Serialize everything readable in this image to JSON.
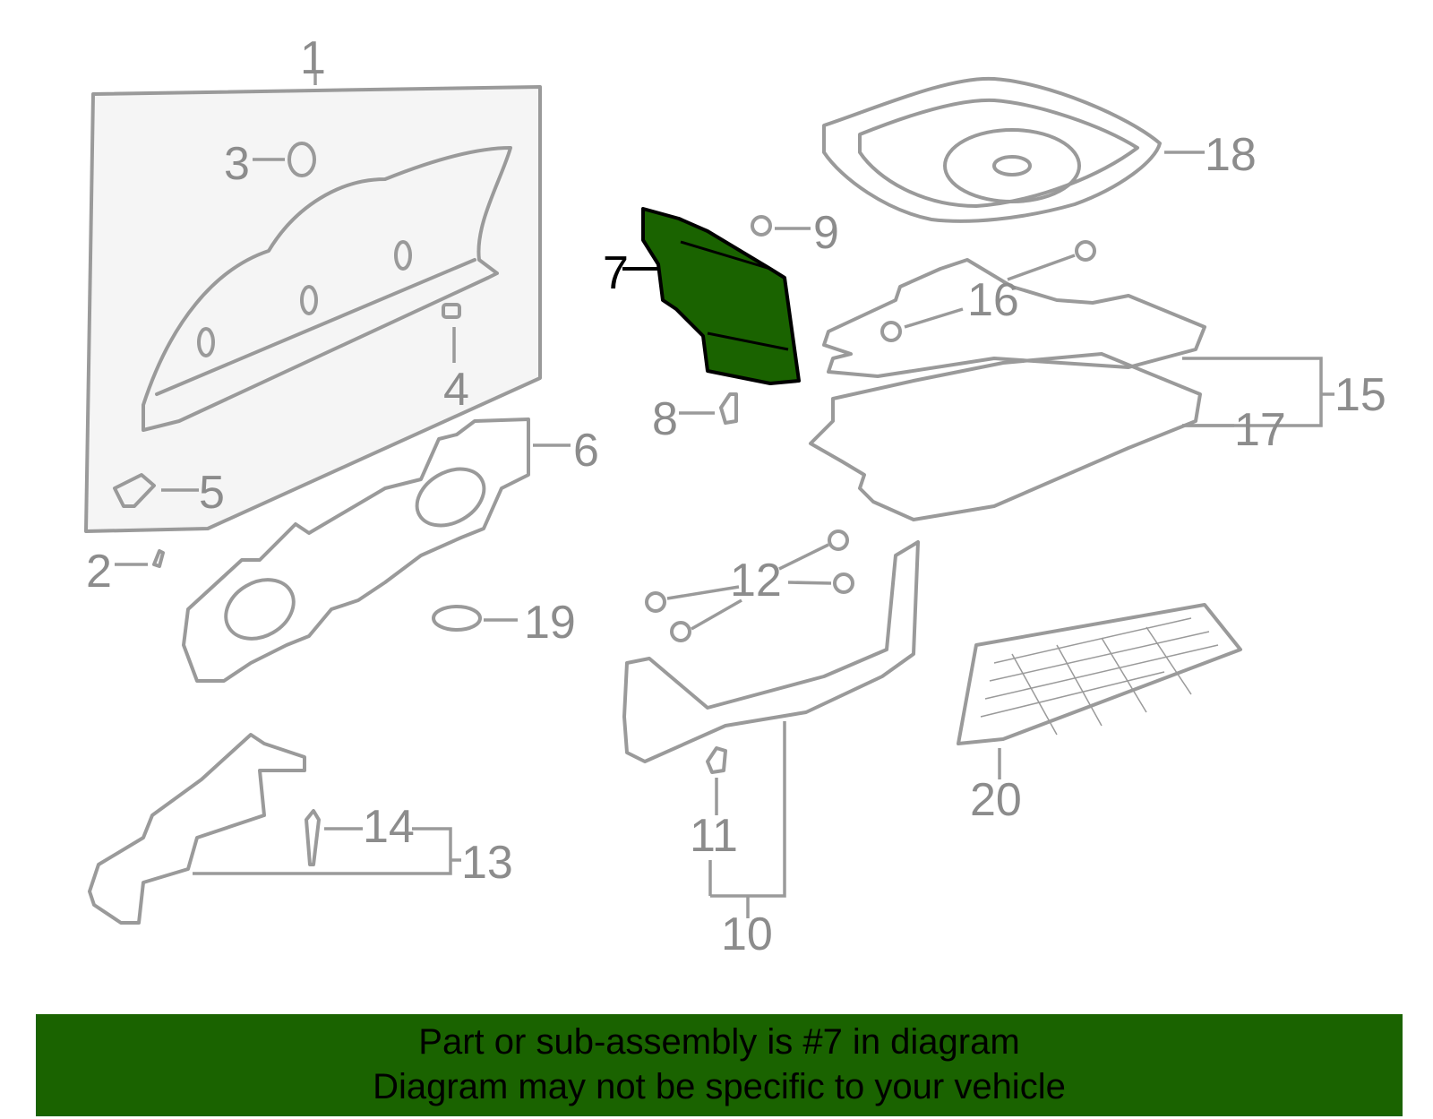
{
  "callouts": [
    {
      "id": "1",
      "label": "1"
    },
    {
      "id": "2",
      "label": "2"
    },
    {
      "id": "3",
      "label": "3"
    },
    {
      "id": "4",
      "label": "4"
    },
    {
      "id": "5",
      "label": "5"
    },
    {
      "id": "6",
      "label": "6"
    },
    {
      "id": "7",
      "label": "7"
    },
    {
      "id": "8",
      "label": "8"
    },
    {
      "id": "9",
      "label": "9"
    },
    {
      "id": "10",
      "label": "10"
    },
    {
      "id": "11",
      "label": "11"
    },
    {
      "id": "12",
      "label": "12"
    },
    {
      "id": "13",
      "label": "13"
    },
    {
      "id": "14",
      "label": "14"
    },
    {
      "id": "15",
      "label": "15"
    },
    {
      "id": "16",
      "label": "16"
    },
    {
      "id": "17",
      "label": "17"
    },
    {
      "id": "18",
      "label": "18"
    },
    {
      "id": "19",
      "label": "19"
    },
    {
      "id": "20",
      "label": "20"
    }
  ],
  "highlighted_part": "7",
  "colors": {
    "highlight_fill": "#1a6300",
    "banner_background": "#1a6300",
    "part_outline": "#9a9a9a"
  },
  "banner": {
    "line1": "Part or sub-assembly is #7 in diagram",
    "line2": "Diagram may not be specific to your vehicle"
  }
}
